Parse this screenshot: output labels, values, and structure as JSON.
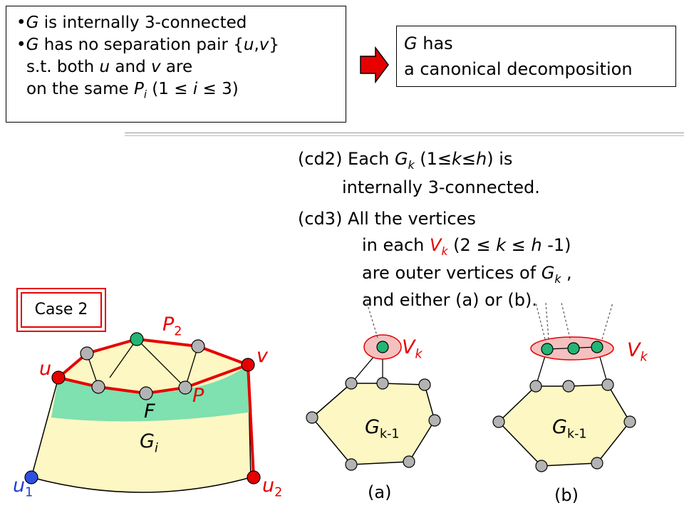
{
  "conditions": {
    "bullet1": {
      "bullet": "•",
      "g": "G",
      "rest": " is internally 3-connected"
    },
    "bullet2": {
      "bullet": "•",
      "g": "G",
      "rest": " has no separation pair {",
      "u": "u",
      "comma": ",",
      "v": "v",
      "close": "}"
    },
    "line3": {
      "pre": "s.t. both ",
      "u": "u",
      "mid": " and ",
      "v": "v",
      "post": " are"
    },
    "line4": {
      "pre": "on the same ",
      "p": "P",
      "sub": "i",
      "post": " (1 ≤ ",
      "i": "i",
      "post2": " ≤ 3)"
    }
  },
  "result": {
    "g": "G",
    "line1_rest": " has",
    "line2": "a canonical decomposition"
  },
  "cd2": {
    "label": "(cd2) Each ",
    "g": "G",
    "sub": "k",
    "mid": " (1≤",
    "k": "k",
    "le": "≤",
    "h": "h",
    "end": ") is",
    "line2": "internally 3-connected."
  },
  "cd3": {
    "line1": "(cd3) All the vertices",
    "line2": {
      "pre": "in each ",
      "v": "V",
      "sub": "k",
      "mid": " (2 ≤ ",
      "k": "k",
      "le": " ≤ ",
      "h": "h",
      "end": " -1)"
    },
    "line3": {
      "pre": "are outer vertices of ",
      "g": "G",
      "sub": "k",
      "end": " ,"
    },
    "line4": "and either (a) or (b)."
  },
  "case": {
    "label": "Case 2"
  },
  "left_graph": {
    "p2": {
      "main": "P",
      "sub": "2"
    },
    "u": "u",
    "v": "v",
    "p": "P",
    "f": "F",
    "gi": {
      "main": "G",
      "sub": "i"
    },
    "u1": {
      "main": "u",
      "sub": "1"
    },
    "u2": {
      "main": "u",
      "sub": "2"
    }
  },
  "graph_a": {
    "vk": {
      "main": "V",
      "sub": "k"
    },
    "gk1": {
      "main": "G",
      "sub": "k-1"
    },
    "caption": "(a)"
  },
  "graph_b": {
    "vk": {
      "main": "V",
      "sub": "k"
    },
    "gk1": {
      "main": "G",
      "sub": "k-1"
    },
    "caption": "(b)"
  },
  "colors": {
    "red": "#e60000",
    "face": "#fdf7c3",
    "green_band": "#7fe0b0",
    "green_node": "#22b573",
    "node_gray": "#b3b3b3",
    "blue_node": "#2f4fe0",
    "ellipse": "#f5c0c0"
  }
}
